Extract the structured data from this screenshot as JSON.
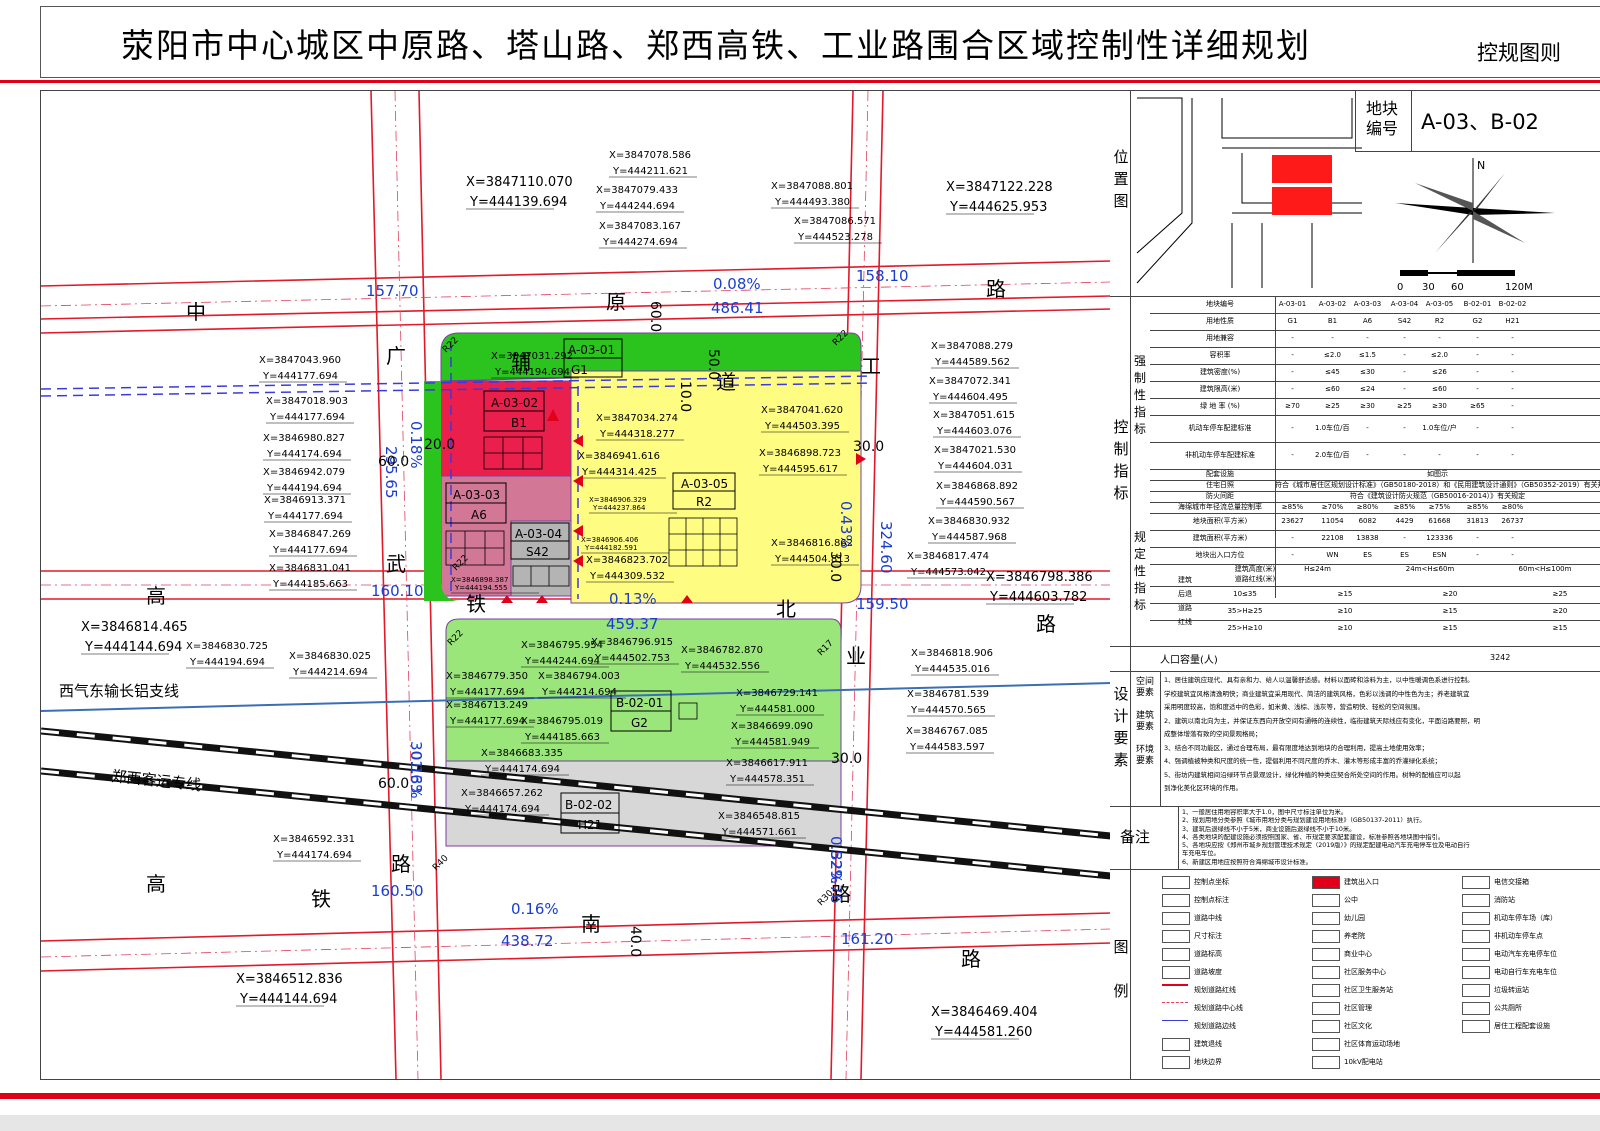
{
  "header": {
    "title": "荥阳市中心城区中原路、塔山路、郑西高铁、工业路围合区域控制性详细规划",
    "subtitle": "控规图则"
  },
  "map": {
    "roads": [
      {
        "name": "中原路",
        "chars": [
          "中",
          "原",
          "路"
        ]
      },
      {
        "name": "广武路",
        "chars": [
          "广",
          "武",
          "路"
        ]
      },
      {
        "name": "高铁北路",
        "chars": [
          "高",
          "铁",
          "北",
          "路"
        ]
      },
      {
        "name": "高铁南路",
        "chars": [
          "高",
          "铁",
          "南",
          "路"
        ]
      },
      {
        "name": "工业路",
        "chars": [
          "工",
          "业",
          "路"
        ]
      },
      {
        "name": "辅道",
        "chars": [
          "辅",
          "道"
        ]
      }
    ],
    "rail": [
      "西气东输长铝支线",
      "郑西客运专线"
    ],
    "parcels": [
      {
        "id": "A-03-01",
        "use": "G1",
        "color": "#2bc41e"
      },
      {
        "id": "A-03-02",
        "use": "B1",
        "color": "#ea1f4b"
      },
      {
        "id": "A-03-03",
        "use": "A6",
        "color": "#d27896"
      },
      {
        "id": "A-03-04",
        "use": "S42",
        "color": "#b4b4b4"
      },
      {
        "id": "A-03-05",
        "use": "R2",
        "color": "#fffc82"
      },
      {
        "id": "B-02-01",
        "use": "G2",
        "color": "#9ae67a"
      },
      {
        "id": "B-02-02",
        "use": "H21",
        "color": "#d7d7d7"
      }
    ],
    "dims": [
      "157.70",
      "158.10",
      "160.10",
      "159.50",
      "160.50",
      "161.20",
      "486.41",
      "459.37",
      "438.72",
      "295.65",
      "324.60",
      "301.63",
      "329.76",
      "60.0",
      "60.0",
      "60.0",
      "30.0",
      "30.0",
      "30.0",
      "40.0",
      "20.0",
      "50.0",
      "10.0",
      "0.08%",
      "0.13%",
      "0.16%",
      "0.18%",
      "0.43%",
      "0.13%",
      "0.52%",
      "R22",
      "R22",
      "R22",
      "R22",
      "R17",
      "R40",
      "R30"
    ],
    "coords": [
      [
        "X=3847110.070",
        "Y=444139.694"
      ],
      [
        "X=3847078.586",
        "Y=444211.621"
      ],
      [
        "X=3847079.433",
        "Y=444244.694"
      ],
      [
        "X=3847083.167",
        "Y=444274.694"
      ],
      [
        "X=3847088.801",
        "Y=444493.380"
      ],
      [
        "X=3847086.571",
        "Y=444523.278"
      ],
      [
        "X=3847122.228",
        "Y=444625.953"
      ],
      [
        "X=3847043.960",
        "Y=444177.694"
      ],
      [
        "X=3847031.292",
        "Y=444194.694"
      ],
      [
        "X=3847018.903",
        "Y=444177.694"
      ],
      [
        "X=3846980.827",
        "Y=444174.694"
      ],
      [
        "X=3846942.079",
        "Y=444194.694"
      ],
      [
        "X=3846913.371",
        "Y=444177.694"
      ],
      [
        "X=3846847.269",
        "Y=444177.694"
      ],
      [
        "X=3846831.041",
        "Y=444185.663"
      ],
      [
        "X=3847034.274",
        "Y=444318.277"
      ],
      [
        "X=3846941.616",
        "Y=444314.425"
      ],
      [
        "X=3846823.702",
        "Y=444309.532"
      ],
      [
        "X=3847041.620",
        "Y=444503.395"
      ],
      [
        "X=3846898.723",
        "Y=444595.617"
      ],
      [
        "X=3846816.862",
        "Y=444504.813"
      ],
      [
        "X=3847088.279",
        "Y=444589.562"
      ],
      [
        "X=3847072.341",
        "Y=444604.495"
      ],
      [
        "X=3847051.615",
        "Y=444603.076"
      ],
      [
        "X=3847021.530",
        "Y=444604.031"
      ],
      [
        "X=3846868.892",
        "Y=444590.567"
      ],
      [
        "X=3846830.932",
        "Y=444587.968"
      ],
      [
        "X=3846817.474",
        "Y=444573.042"
      ],
      [
        "X=3846798.386",
        "Y=444603.782"
      ],
      [
        "X=3846814.465",
        "Y=444144.694"
      ],
      [
        "X=3846830.725",
        "Y=444194.694"
      ],
      [
        "X=3846830.025",
        "Y=444214.694"
      ],
      [
        "X=3846795.954",
        "Y=444244.694"
      ],
      [
        "X=3846796.915",
        "Y=444502.753"
      ],
      [
        "X=3846782.870",
        "Y=444532.556"
      ],
      [
        "X=3846779.350",
        "Y=444177.694"
      ],
      [
        "X=3846794.003",
        "Y=444214.694"
      ],
      [
        "X=3846713.249",
        "Y=444177.694"
      ],
      [
        "X=3846795.019",
        "Y=444185.663"
      ],
      [
        "X=3846683.335",
        "Y=444174.694"
      ],
      [
        "X=3846729.141",
        "Y=444581.000"
      ],
      [
        "X=3846699.090",
        "Y=444581.949"
      ],
      [
        "X=3846617.911",
        "Y=444578.351"
      ],
      [
        "X=3846818.906",
        "Y=444535.016"
      ],
      [
        "X=3846781.539",
        "Y=444570.565"
      ],
      [
        "X=3846767.085",
        "Y=444583.597"
      ],
      [
        "X=3846657.262",
        "Y=444174.694"
      ],
      [
        "X=3846592.331",
        "Y=444174.694"
      ],
      [
        "X=3846548.815",
        "Y=444571.661"
      ],
      [
        "X=3846512.836",
        "Y=444144.694"
      ],
      [
        "X=3846469.404",
        "Y=444581.260"
      ],
      [
        "X=3846906.329",
        "Y=444237.864"
      ],
      [
        "X=3846906.406",
        "Y=444182.591"
      ],
      [
        "X=3846898.387",
        "Y=444194.555"
      ]
    ],
    "facility_icons": [
      "elderly-care-icon",
      "parking-icon",
      "charging-icon",
      "bicycle-parking-icon",
      "kindergarten-icon",
      "shop-icon",
      "toilet-icon",
      "sports-icon",
      "dining-icon",
      "transformer-icon"
    ]
  },
  "side": {
    "location_label": [
      "位",
      "置",
      "图"
    ],
    "plot_label": [
      "地块",
      "编号"
    ],
    "plot_value": "A-03、B-02",
    "north": "N",
    "scale_ticks": [
      "0",
      "30",
      "60",
      "120M"
    ],
    "control_label": [
      "控",
      "制",
      "指",
      "标"
    ],
    "mandatory_label": [
      "强",
      "制",
      "性",
      "指",
      "标"
    ],
    "guidance_label": [
      "规",
      "定",
      "性",
      "指",
      "标"
    ],
    "design_label": [
      "设",
      "计",
      "要",
      "素"
    ],
    "remarks_label": "备注",
    "legend_label": [
      "图",
      "例"
    ],
    "table": {
      "cols": [
        "A-03-01",
        "A-03-02",
        "A-03-03",
        "A-03-04",
        "A-03-05",
        "B-02-01",
        "B-02-02"
      ],
      "rows": [
        {
          "label": "地块编号",
          "values": [
            "A-03-01",
            "A-03-02",
            "A-03-03",
            "A-03-04",
            "A-03-05",
            "B-02-01",
            "B-02-02"
          ]
        },
        {
          "label": "用地性质",
          "values": [
            "G1",
            "B1",
            "A6",
            "S42",
            "R2",
            "G2",
            "H21"
          ]
        },
        {
          "label": "用地兼容",
          "values": [
            "-",
            "-",
            "-",
            "-",
            "-",
            "-",
            "-"
          ]
        },
        {
          "label": "容积率",
          "values": [
            "-",
            "≤2.0",
            "≤1.5",
            "-",
            "≤2.0",
            "-",
            "-"
          ]
        },
        {
          "label": "建筑密度(%)",
          "values": [
            "-",
            "≤45",
            "≤30",
            "-",
            "≤26",
            "-",
            "-"
          ]
        },
        {
          "label": "建筑限高(米)",
          "values": [
            "-",
            "≤60",
            "≤24",
            "-",
            "≤60",
            "-",
            "-"
          ]
        },
        {
          "label": "绿 地 率 (%)",
          "values": [
            "≥70",
            "≥25",
            "≥30",
            "≥25",
            "≥30",
            "≥65",
            "-"
          ]
        },
        {
          "label": "机动车停车配建标准",
          "values": [
            "-",
            "1.0车位/百平方米建筑面积",
            "-",
            "-",
            "1.0车位/户",
            "-",
            "-"
          ]
        },
        {
          "label": "非机动车停车配建标准",
          "values": [
            "-",
            "2.0车位/百平方米建筑面积",
            "-",
            "-",
            "-",
            "-",
            "-"
          ]
        }
      ],
      "merged_rows": [
        {
          "label": "配套设施",
          "value": "如图示"
        },
        {
          "label": "住宅日照",
          "value": "符合《城市居住区规划设计标准》（GB50180-2018）和《民用建筑设计通则》（GB50352-2019）有关规定"
        },
        {
          "label": "防火间距",
          "value": "符合《建筑设计防火规范（GB50016-2014）》有关规定"
        },
        {
          "label": "海绵城市年径流总量控制率",
          "values": [
            "≥85%",
            "≥70%",
            "≥80%",
            "≥85%",
            "≥75%",
            "≥85%",
            "≥80%"
          ]
        }
      ],
      "guide_rows": [
        {
          "label": "地块面积(平方米)",
          "values": [
            "23627",
            "11054",
            "6082",
            "4429",
            "61668",
            "31813",
            "26737"
          ]
        },
        {
          "label": "建筑面积(平方米)",
          "values": [
            "-",
            "22108",
            "13838",
            "-",
            "123336",
            "-",
            "-"
          ]
        },
        {
          "label": "地块出入口方位",
          "values": [
            "-",
            "WN",
            "ES",
            "ES",
            "ESN",
            "-",
            "-"
          ]
        }
      ],
      "setback": {
        "head": "建筑高度(米)",
        "subhead": "道路红线(米)",
        "h1": "H≤24m",
        "h2": "24m<H≤60m",
        "h3": "60m<H≤100m",
        "side": [
          "建筑",
          "后退",
          "道路",
          "红线"
        ],
        "rows": [
          {
            "road": "10≤35",
            "values": [
              "≥15",
              "≥20",
              "≥25"
            ]
          },
          {
            "road": "35>H≥25",
            "values": [
              "≥10",
              "≥15",
              "≥20"
            ]
          },
          {
            "road": "25>H≥10",
            "values": [
              "≥10",
              "≥15",
              "≥15"
            ]
          }
        ]
      },
      "population_label": "人口容量(人)",
      "population_value": "3242"
    },
    "design": {
      "items": [
        "空间要素",
        "建筑要素",
        "环境要素"
      ],
      "lines": [
        "1、居住建筑应现代、具有亲和力、给人以温馨舒适感。材料以面砖和涂料为主，以中性暖调色系进行控制。",
        "学校建筑宜风格清逸明快；商业建筑宜采用现代、简洁的建筑风格，色彩以浅调的中性色为主；养老建筑宜",
        "采用明度较高，饱和度适中的色彩，如米黄、浅棕、浅灰等，营造明快、轻松的空间氛围。",
        "2、建筑以南北向为主，并保证东西向开放空间有通畅的连续性，临街建筑天际线应有变化，平面沿路要照，明",
        "成整体增落有致的空间景观格局；",
        "3、结合不同功能区，通过合理布局，最有限度地达到地块的合理利用，提高土地使用效率；",
        "4、强调植被种类和尺度的统一性，提倡利用不同尺度的乔木、灌木等形成丰富的乔灌绿化系统；",
        "5、街坊内建筑相间沿绿环节点景观设计，绿化种植的种类应契合所处空间的作用。树种的配植应可以起",
        "到净化美化区环境的作用。"
      ]
    },
    "remarks": [
      "1、一般居住用地容积率大于1.0，图中尺寸标注单位为米。",
      "2、规划用地分类参照《城市用地分类与规划建设用地标准》（GB50137-2011）执行。",
      "3、建筑后退绿线不小于5米，商业设施后退绿线不小于10米。",
      "4、各类地块的配建设施必须按照国家、省、市规定要求配套建设，标准参照各地块图中指引。",
      "5、各地块应按《郑州市城乡规划管理技术规定（2019版）》的规定配建电动汽车充电停车位及电动自行",
      "   车充电车位。",
      "6、新建区用地应按照符合海绵城市设计标准。"
    ],
    "legend": [
      [
        "控制点坐标",
        "建筑出入口",
        "电信交接箱"
      ],
      [
        "控制点标注",
        "公中",
        "消防站"
      ],
      [
        "道路中线",
        "幼儿园",
        "机动车停车场（库）"
      ],
      [
        "尺寸标注",
        "养老院",
        "非机动车停车点"
      ],
      [
        "道路标高",
        "商业中心",
        "电动汽车充电停车位"
      ],
      [
        "道路坡度",
        "社区服务中心",
        "电动自行车充电车位"
      ],
      [
        "规划道路红线",
        "社区卫生服务站",
        "垃圾转运站"
      ],
      [
        "规划道路中心线",
        "社区管理",
        "公共厕所"
      ],
      [
        "规划道路边线",
        "社区文化",
        "居住工程配套设施"
      ],
      [
        "建筑退线",
        "社区体育运动场地",
        ""
      ],
      [
        "地块边界",
        "10kV配电站",
        ""
      ]
    ]
  }
}
